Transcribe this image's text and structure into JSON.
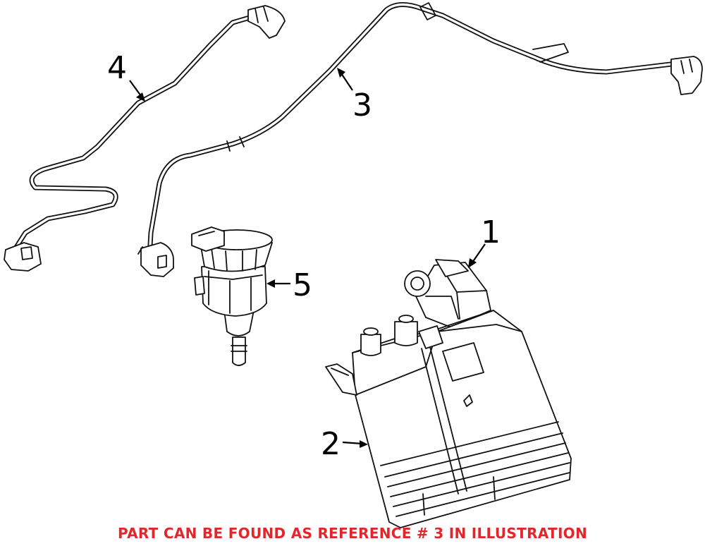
{
  "callouts": {
    "ref1": "1",
    "ref2": "2",
    "ref3": "3",
    "ref4": "4",
    "ref5": "5"
  },
  "note": "PART CAN BE FOUND AS REFERENCE # 3 IN ILLUSTRATION",
  "colors": {
    "note": "#e3262a",
    "line": "#111111",
    "background": "#ffffff"
  }
}
